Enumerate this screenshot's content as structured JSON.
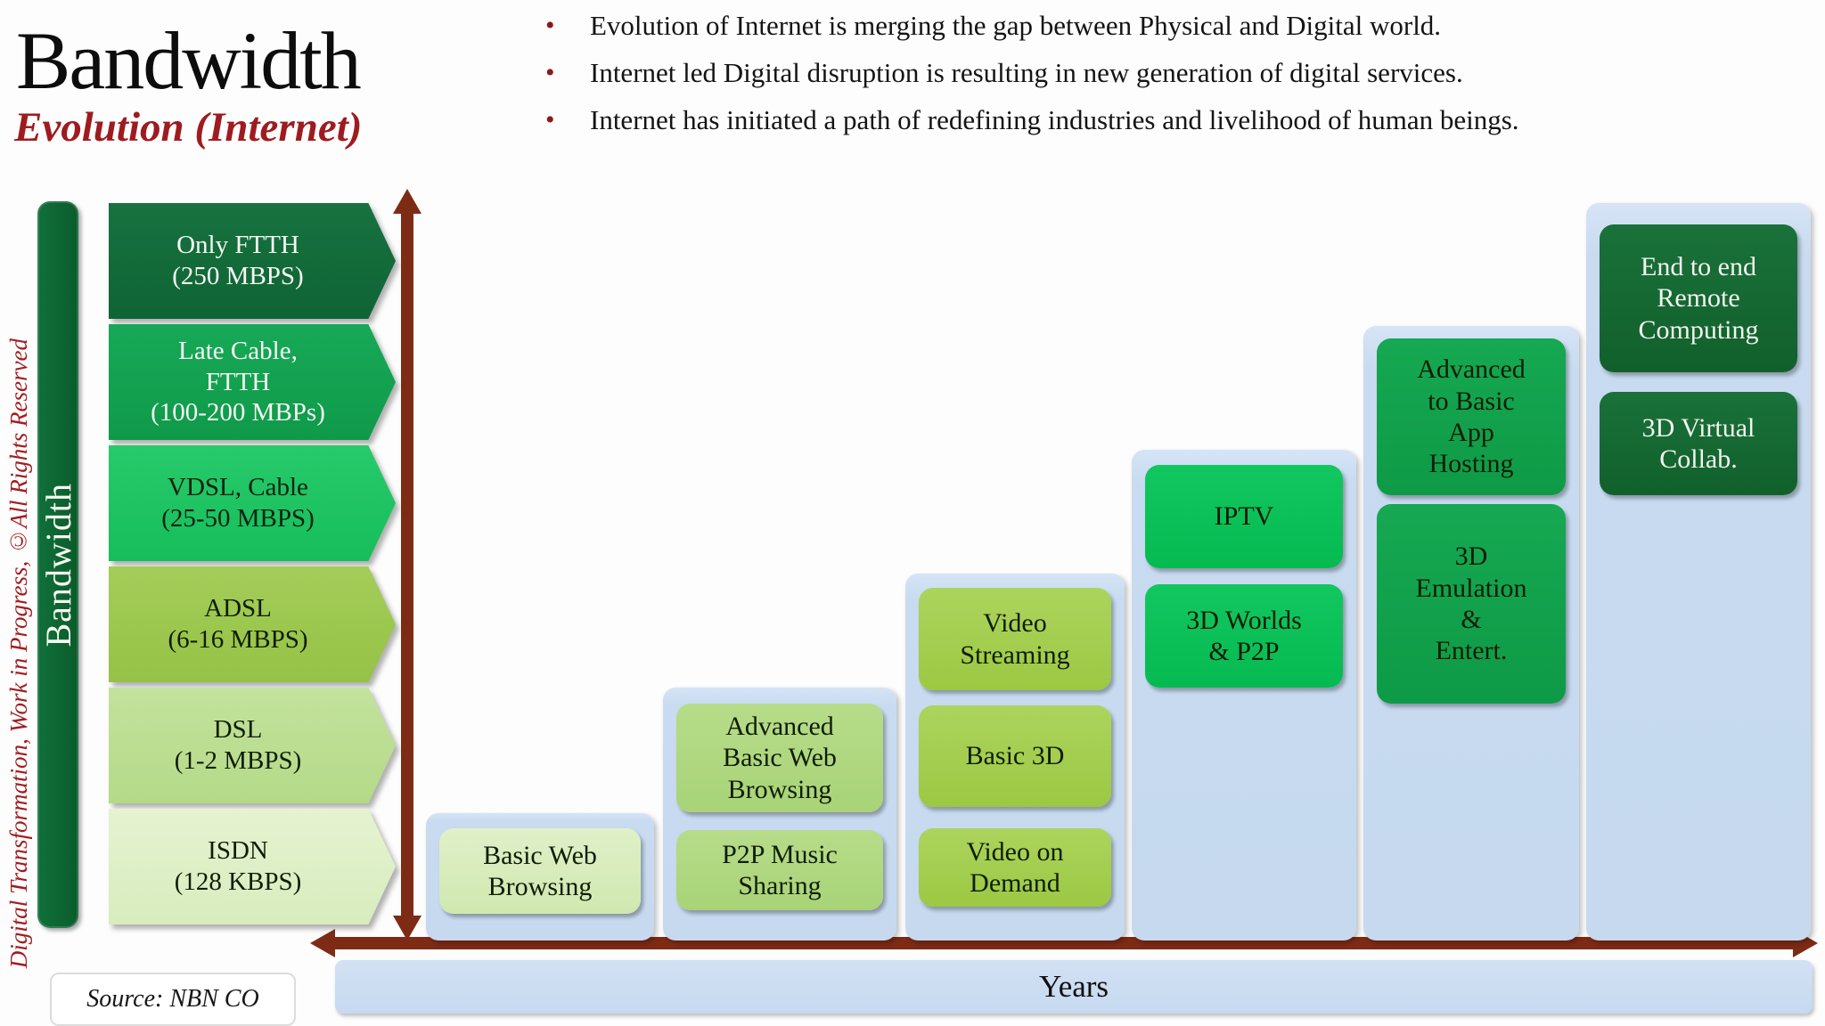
{
  "title": "Bandwidth",
  "subtitle": "Evolution (Internet)",
  "bullets": [
    "Evolution of  Internet is merging the gap between Physical and Digital world.",
    "Internet led Digital  disruption is resulting in new generation of digital services.",
    "Internet has initiated a path of redefining industries  and  livelihood of  human beings."
  ],
  "bullet_icon": "•",
  "side_note": "Digital Transformation, Work in Progress, ©All  Rights Reserved",
  "y_axis_label": "Bandwidth",
  "x_axis_label": "Years",
  "source": "Source:  NBN CO",
  "levels": [
    {
      "label": "Only FTTH\n(250 MBPS)",
      "color": "#146B36",
      "text_color": "#FFFFFF"
    },
    {
      "label": "Late Cable,\nFTTH\n(100-200 MBPs)",
      "color": "#13A250",
      "text_color": "#FFFFFF"
    },
    {
      "label": "VDSL, Cable\n(25-50 MBPS)",
      "color": "#1FC462",
      "text_color": "#0C2311"
    },
    {
      "label": "ADSL\n(6-16 MBPS)",
      "color": "#9CC84F",
      "text_color": "#101D05"
    },
    {
      "label": "DSL\n(1-2 MBPS)",
      "color": "#BCDE92",
      "text_color": "#101D05"
    },
    {
      "label": "ISDN\n(128 KBPS)",
      "color": "#E0F0C7",
      "text_color": "#101D05"
    }
  ],
  "columns": [
    {
      "boxes": [
        {
          "label": "Basic Web\nBrowsing",
          "color": "#D8ECBD"
        }
      ]
    },
    {
      "boxes": [
        {
          "label": "Advanced\nBasic Web\nBrowsing",
          "color": "#AFD77E"
        },
        {
          "label": "P2P Music\nSharing",
          "color": "#AFD77E"
        }
      ]
    },
    {
      "boxes": [
        {
          "label": "Video\nStreaming",
          "color": "#A3CE4E"
        },
        {
          "label": "Basic 3D",
          "color": "#A3CE4E"
        },
        {
          "label": "Video on\nDemand",
          "color": "#A3CE4E"
        }
      ]
    },
    {
      "boxes": [
        {
          "label": "IPTV",
          "color": "#0CC159"
        },
        {
          "label": "3D Worlds\n& P2P",
          "color": "#0CC159"
        }
      ]
    },
    {
      "boxes": [
        {
          "label": "Advanced\nto Basic\nApp\nHosting",
          "color": "#13A24D"
        },
        {
          "label": "3D\nEmulation\n&\nEntert.",
          "color": "#13A24D"
        }
      ]
    },
    {
      "boxes": [
        {
          "label": "End to end\nRemote\nComputing",
          "color": "#15682F",
          "text_color": "#FFFFFF"
        },
        {
          "label": "3D Virtual\nCollab.",
          "color": "#15682F",
          "text_color": "#FFFFFF"
        }
      ]
    }
  ],
  "colors": {
    "accent_red": "#9E1B1F",
    "axis_maroon": "#7E2B15",
    "column_blue": "#C8DBF0",
    "bar_green": "#0E6B32"
  }
}
